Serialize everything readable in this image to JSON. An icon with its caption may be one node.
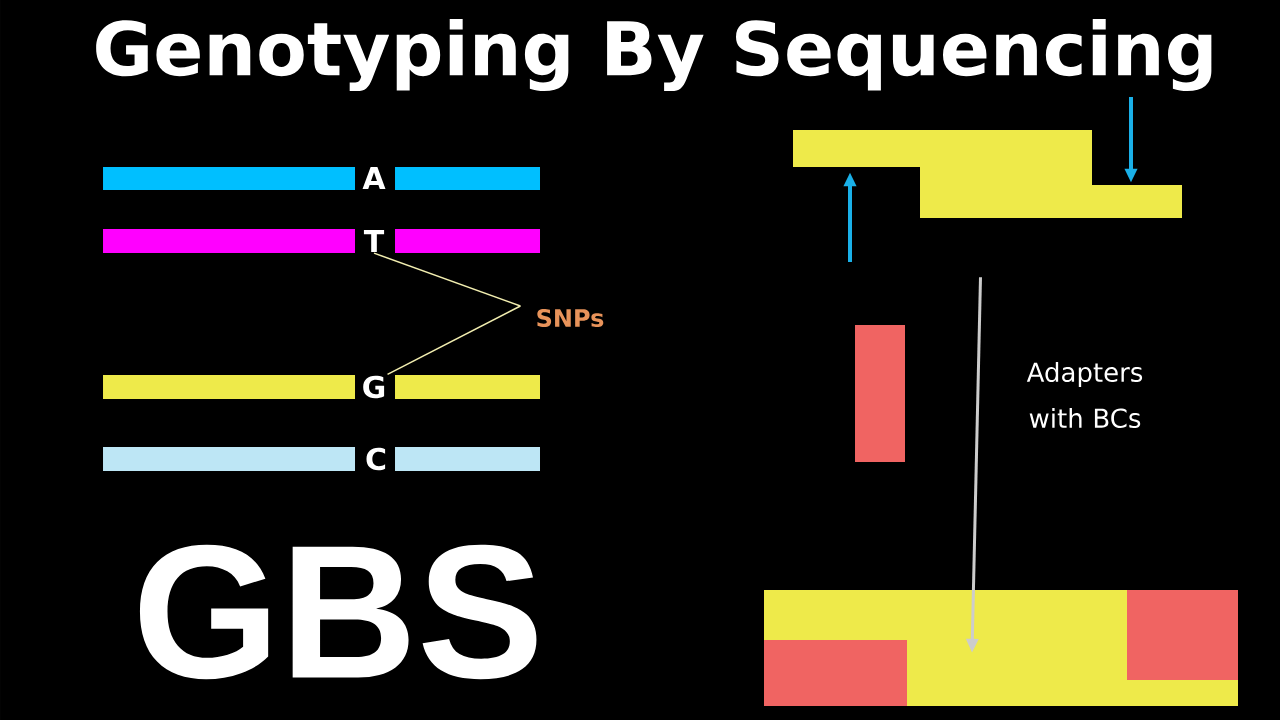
{
  "diagram": {
    "title": "Genotyping By Sequencing",
    "nodes": [
      {
        "text": [
          "A"
        ]
      },
      {
        "text": [
          "T"
        ]
      },
      {
        "text": [
          "G"
        ]
      },
      {
        "text": [
          "C"
        ]
      },
      {
        "text": [
          "SNPs"
        ]
      },
      {
        "text": [],
        "shape": "bar"
      },
      {
        "text": [],
        "shape": "bar"
      },
      {
        "text": [],
        "shape": "bar"
      }
    ],
    "edges": [
      {
        "from": 4,
        "to": 1,
        "arrow": "none"
      },
      {
        "from": 4,
        "to": 2,
        "arrow": "none"
      },
      {
        "from": null,
        "to": 5,
        "arrow": "to",
        "color": "#1ab0e8"
      },
      {
        "from": null,
        "to": 5,
        "arrow": "to",
        "color": "#1ab0e8"
      },
      {
        "from": 5,
        "to": 7,
        "arrow": "to",
        "label": "Adapters with BCs"
      }
    ],
    "labels": [
      "GBS"
    ]
  }
}
